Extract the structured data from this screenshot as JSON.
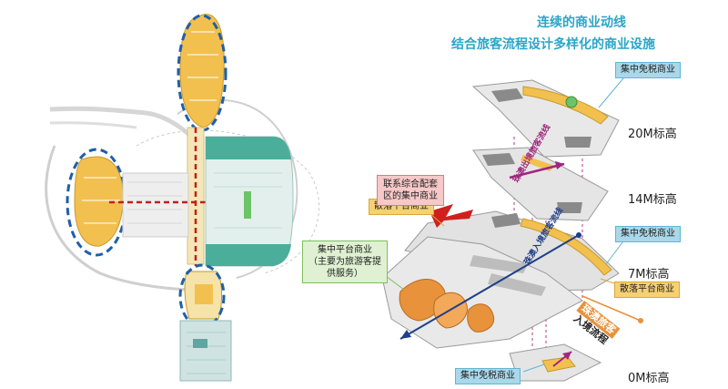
{
  "titles": {
    "line1": "连续的商业动线",
    "line2": "结合旅客流程设计多样化的商业设施"
  },
  "levels": {
    "l20": "20M标高",
    "l14": "14M标高",
    "l7": "7M标高",
    "l0": "0M标高"
  },
  "callouts": {
    "dutyfree_20": "集中免税商业",
    "dutyfree_7": "集中免税商业",
    "dutyfree_0": "集中免税商业",
    "scattered_14": "散落平台商业",
    "scattered_7": "散落平台商业",
    "platform_line1": "集中平台商业",
    "platform_line2": "（主要为旅游客提",
    "platform_line3": "供服务）",
    "link_line1": "联系综合配套",
    "link_line2": "区的集中商业"
  },
  "flows": {
    "flow_a": "珠澳出境旅客流线",
    "flow_b": "珠澳入境旅客流线",
    "flow_c_line1": "珠澳旅客",
    "flow_c_line2": "入境流程"
  },
  "colors": {
    "accent_title": "#2aa6c8",
    "zone_yellow": "#f2c04f",
    "zone_teal": "#4bae9a",
    "zone_orange": "#e8923c",
    "dash_blue": "#1f5fa8",
    "dash_red": "#c0201e",
    "flow_magenta": "#a0267e",
    "arrow_red": "#d0201e"
  }
}
